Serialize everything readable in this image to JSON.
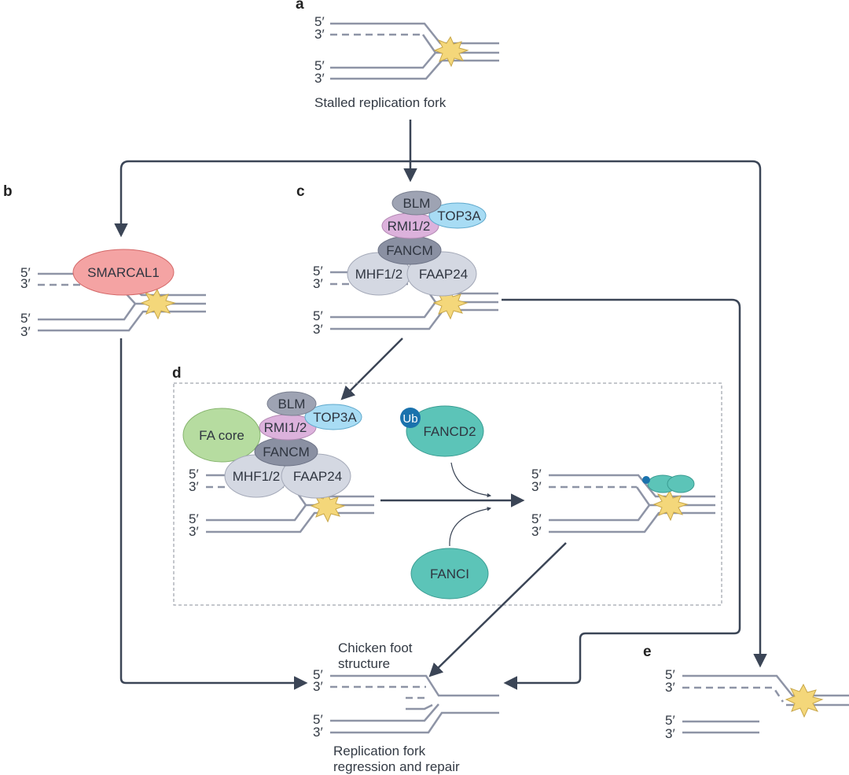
{
  "panels": {
    "a": {
      "letter": "a",
      "caption": "Stalled replication fork",
      "strand_labels": [
        "5′",
        "3′",
        "5′",
        "3′"
      ]
    },
    "b": {
      "letter": "b",
      "protein": "SMARCAL1",
      "strand_labels": [
        "5′",
        "3′",
        "5′",
        "3′"
      ]
    },
    "c": {
      "letter": "c",
      "proteins": {
        "blm": "BLM",
        "top3a": "TOP3A",
        "rmi": "RMI1/2",
        "fancm": "FANCM",
        "mhf": "MHF1/2",
        "faap24": "FAAP24"
      },
      "strand_labels": [
        "5′",
        "3′",
        "5′",
        "3′"
      ]
    },
    "d": {
      "letter": "d",
      "proteins": {
        "fa_core": "FA core",
        "blm": "BLM",
        "top3a": "TOP3A",
        "rmi": "RMI1/2",
        "fancm": "FANCM",
        "mhf": "MHF1/2",
        "faap24": "FAAP24",
        "ub": "Ub",
        "fancd2": "FANCD2",
        "fanci": "FANCI"
      },
      "strand_labels_left": [
        "5′",
        "3′",
        "5′",
        "3′"
      ],
      "strand_labels_right": [
        "5′",
        "3′",
        "5′",
        "3′"
      ]
    },
    "e": {
      "letter": "e",
      "strand_labels": [
        "5′",
        "3′",
        "5′",
        "3′"
      ]
    },
    "chicken": {
      "label_top": "Chicken foot structure",
      "label_top_lines": [
        "Chicken foot",
        "structure"
      ],
      "label_bottom_lines": [
        "Replication fork",
        "regression and repair"
      ],
      "strand_labels": [
        "5′",
        "3′",
        "5′",
        "3′"
      ]
    }
  },
  "colors": {
    "strand": "#8e94a6",
    "arrow": "#3b4556",
    "lesion": "#f4d77a",
    "smarcal1": "#f4a3a3",
    "blm": "#9ea3b3",
    "top3a": "#a8dcf4",
    "rmi": "#dcb2dc",
    "fancm": "#8a90a2",
    "mhf": "#d4d8e2",
    "fa_core": "#b6dca0",
    "fancd2": "#5cc4b8",
    "ub": "#1a72ad"
  }
}
